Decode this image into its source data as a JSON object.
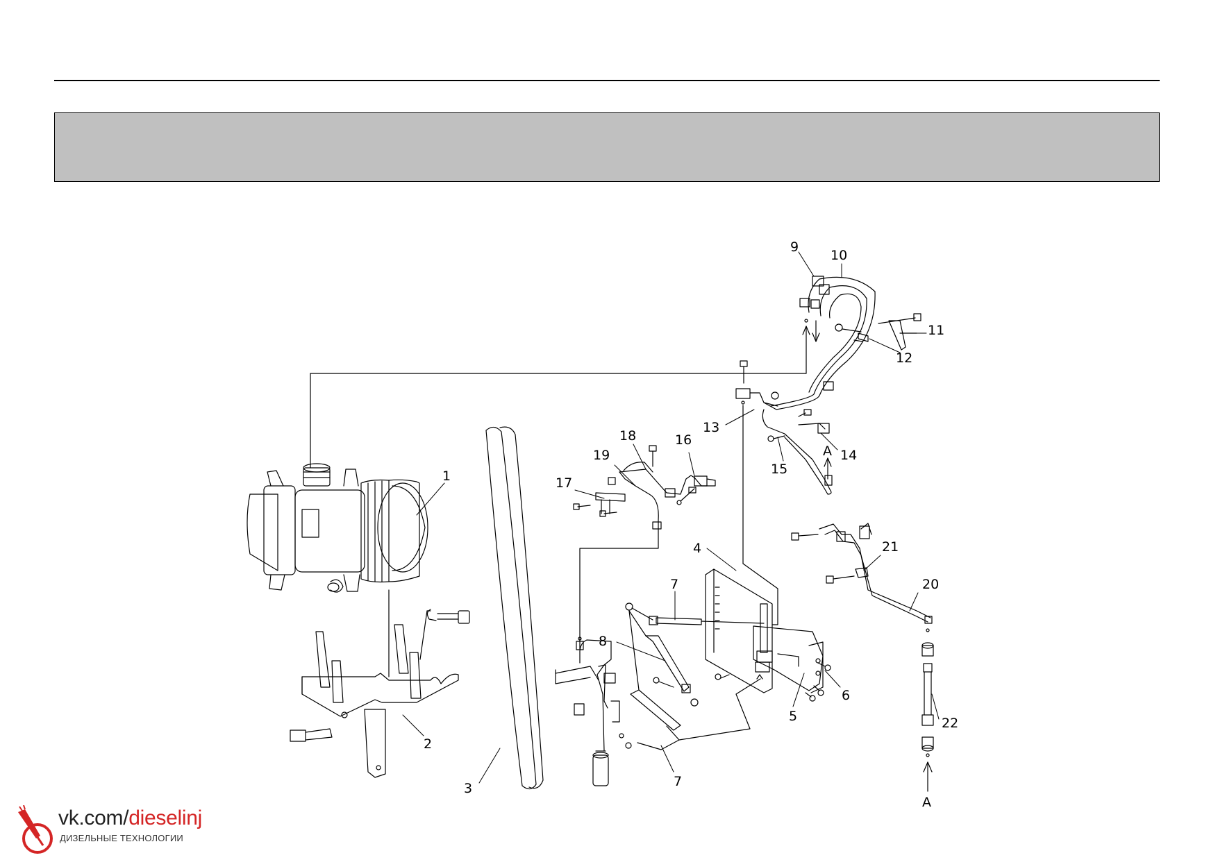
{
  "header": {
    "title": ""
  },
  "callouts": [
    {
      "id": "c1",
      "text": "1"
    },
    {
      "id": "c2",
      "text": "2"
    },
    {
      "id": "c3",
      "text": "3"
    },
    {
      "id": "c4",
      "text": "4"
    },
    {
      "id": "c5",
      "text": "5"
    },
    {
      "id": "c6",
      "text": "6"
    },
    {
      "id": "c7a",
      "text": "7"
    },
    {
      "id": "c7b",
      "text": "7"
    },
    {
      "id": "c8",
      "text": "8"
    },
    {
      "id": "c9",
      "text": "9"
    },
    {
      "id": "c10",
      "text": "10"
    },
    {
      "id": "c11",
      "text": "11"
    },
    {
      "id": "c12",
      "text": "12"
    },
    {
      "id": "c13",
      "text": "13"
    },
    {
      "id": "c14",
      "text": "14"
    },
    {
      "id": "c15",
      "text": "15"
    },
    {
      "id": "c16",
      "text": "16"
    },
    {
      "id": "c17",
      "text": "17"
    },
    {
      "id": "c18",
      "text": "18"
    },
    {
      "id": "c19",
      "text": "19"
    },
    {
      "id": "c20",
      "text": "20"
    },
    {
      "id": "c21",
      "text": "21"
    },
    {
      "id": "c22",
      "text": "22"
    },
    {
      "id": "cA1",
      "text": "A"
    },
    {
      "id": "cA2",
      "text": "A"
    }
  ],
  "watermark": {
    "url_prefix": "vk.com/",
    "url_suffix": "dieselinj",
    "subtitle": "ДИЗЕЛЬНЫЕ ТЕХНОЛОГИИ",
    "logo_icon": "fuel-injector-icon",
    "accent_color": "#d42525"
  },
  "colors": {
    "header_band": "#c0c0c0",
    "line": "#000000"
  }
}
